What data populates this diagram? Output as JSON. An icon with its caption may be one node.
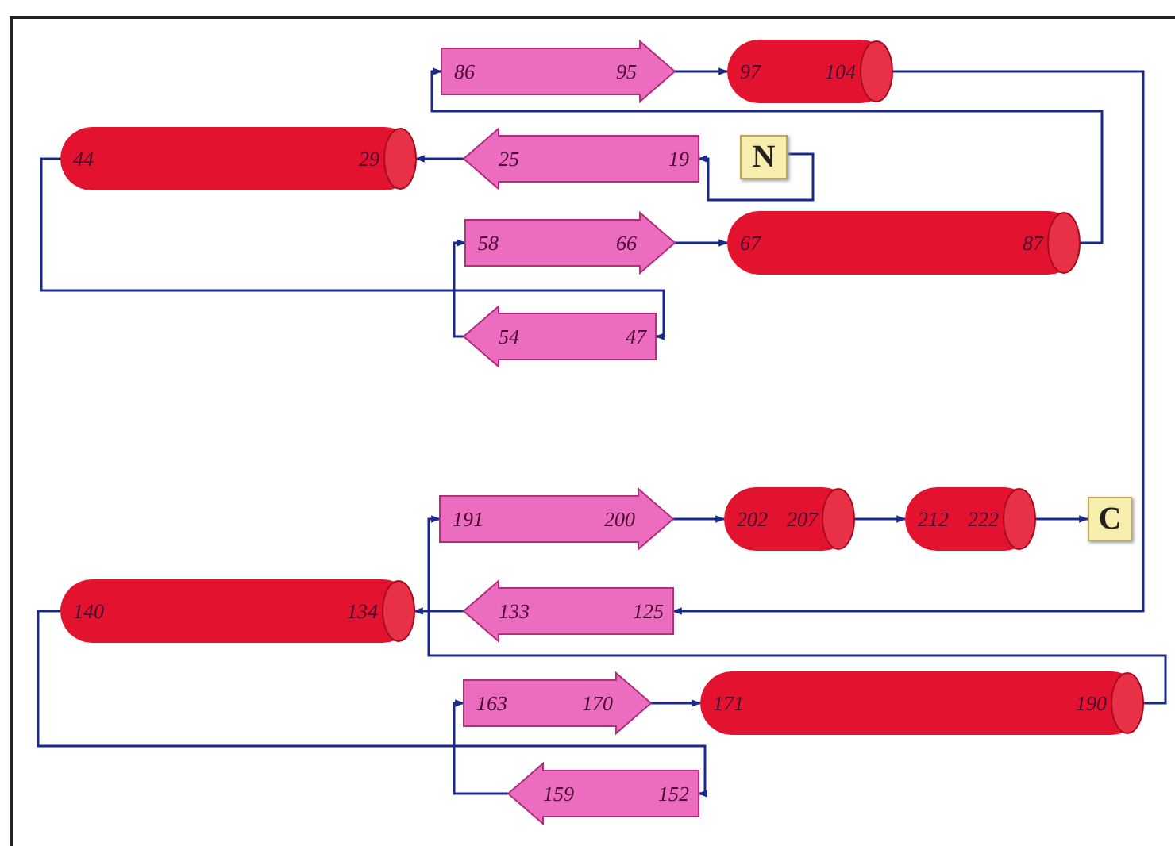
{
  "diagram": {
    "nodes": [
      {
        "text": [
          "N"
        ]
      },
      {
        "text": [
          "25",
          "19"
        ]
      },
      {
        "text": [
          "44",
          "29"
        ]
      },
      {
        "text": [
          "54",
          "47"
        ]
      },
      {
        "text": [
          "58",
          "66"
        ]
      },
      {
        "text": [
          "67",
          "87"
        ]
      },
      {
        "text": [
          "86",
          "95"
        ]
      },
      {
        "text": [
          "97",
          "104"
        ]
      },
      {
        "text": [
          "133",
          "125"
        ]
      },
      {
        "text": [
          "140",
          "134"
        ]
      },
      {
        "text": [
          "159",
          "152"
        ]
      },
      {
        "text": [
          "163",
          "170"
        ]
      },
      {
        "text": [
          "171",
          "190"
        ]
      },
      {
        "text": [
          "191",
          "200"
        ]
      },
      {
        "text": [
          "202",
          "207"
        ]
      },
      {
        "text": [
          "212",
          "222"
        ]
      },
      {
        "text": [
          "C"
        ]
      }
    ],
    "edges": [
      {
        "from": 0,
        "to": 1,
        "arrow": "to"
      },
      {
        "from": 1,
        "to": 2,
        "arrow": "to"
      },
      {
        "from": 2,
        "to": 3,
        "arrow": "to"
      },
      {
        "from": 3,
        "to": 4,
        "arrow": "to"
      },
      {
        "from": 4,
        "to": 5,
        "arrow": "to"
      },
      {
        "from": 5,
        "to": 6,
        "arrow": "to"
      },
      {
        "from": 6,
        "to": 7,
        "arrow": "to"
      },
      {
        "from": 7,
        "to": 8,
        "arrow": "to"
      },
      {
        "from": 8,
        "to": 9,
        "arrow": "to"
      },
      {
        "from": 9,
        "to": 10,
        "arrow": "to"
      },
      {
        "from": 10,
        "to": 11,
        "arrow": "to"
      },
      {
        "from": 11,
        "to": 12,
        "arrow": "to"
      },
      {
        "from": 12,
        "to": 13,
        "arrow": "to"
      },
      {
        "from": 13,
        "to": 14,
        "arrow": "to"
      },
      {
        "from": 14,
        "to": 15,
        "arrow": "to"
      },
      {
        "from": 15,
        "to": 16,
        "arrow": "to"
      }
    ]
  }
}
